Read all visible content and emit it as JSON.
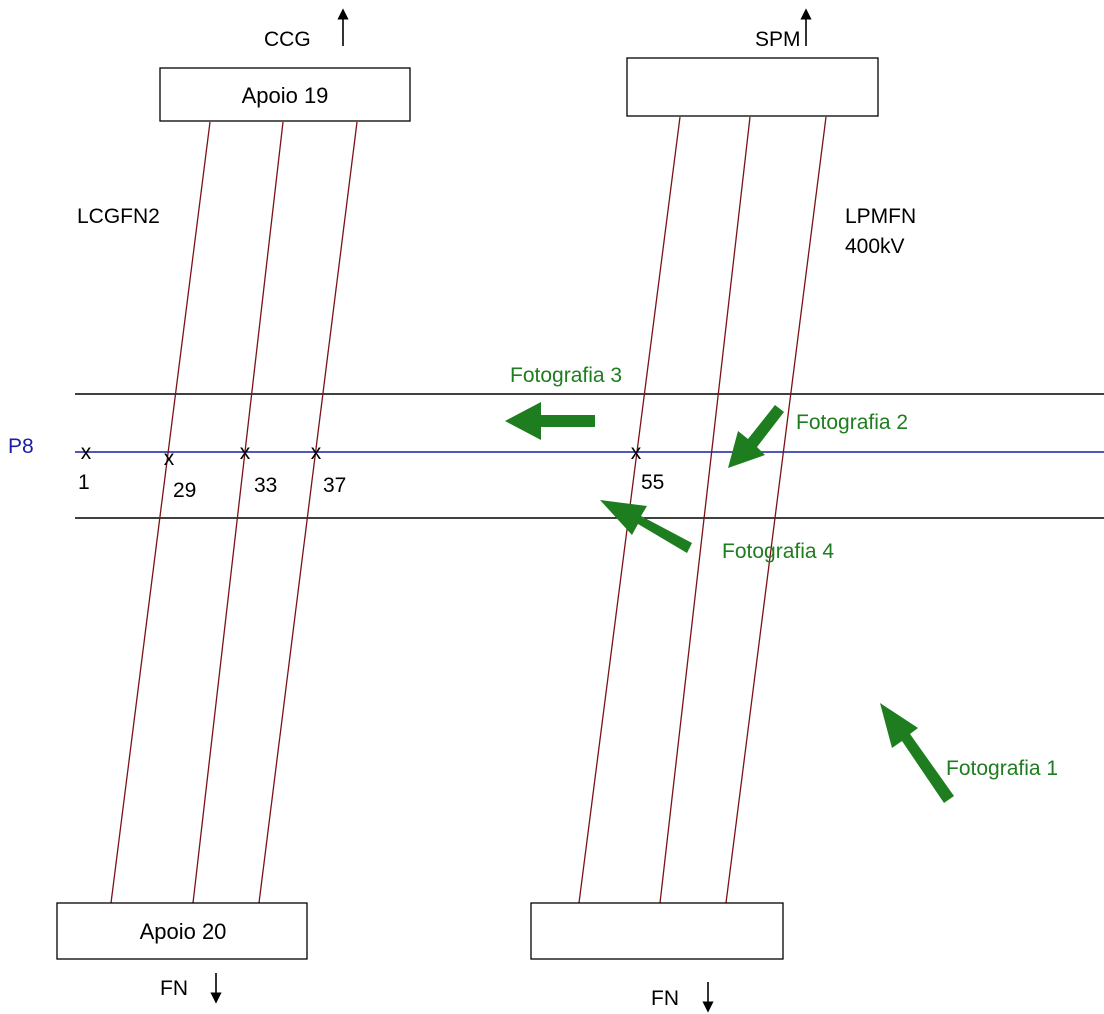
{
  "colors": {
    "conductor": "#7a1216",
    "boundary": "#000000",
    "profile": "#1c1ca8",
    "arrow": "#1e7d1e",
    "text": "#000000"
  },
  "left_line": {
    "top_destination": "CCG",
    "top_support": "Apoio 19",
    "name": "LCGFN2",
    "bottom_support": "Apoio 20",
    "bottom_destination": "FN"
  },
  "right_line": {
    "top_destination": "SPM",
    "top_support": "",
    "name_line1": "LPMFN",
    "name_line2": "400kV",
    "bottom_support": "",
    "bottom_destination": "FN"
  },
  "profile": {
    "label": "P8",
    "points": [
      "1",
      "29",
      "33",
      "37",
      "55"
    ]
  },
  "photos": [
    "Fotografia 1",
    "Fotografia 2",
    "Fotografia 3",
    "Fotografia 4"
  ]
}
